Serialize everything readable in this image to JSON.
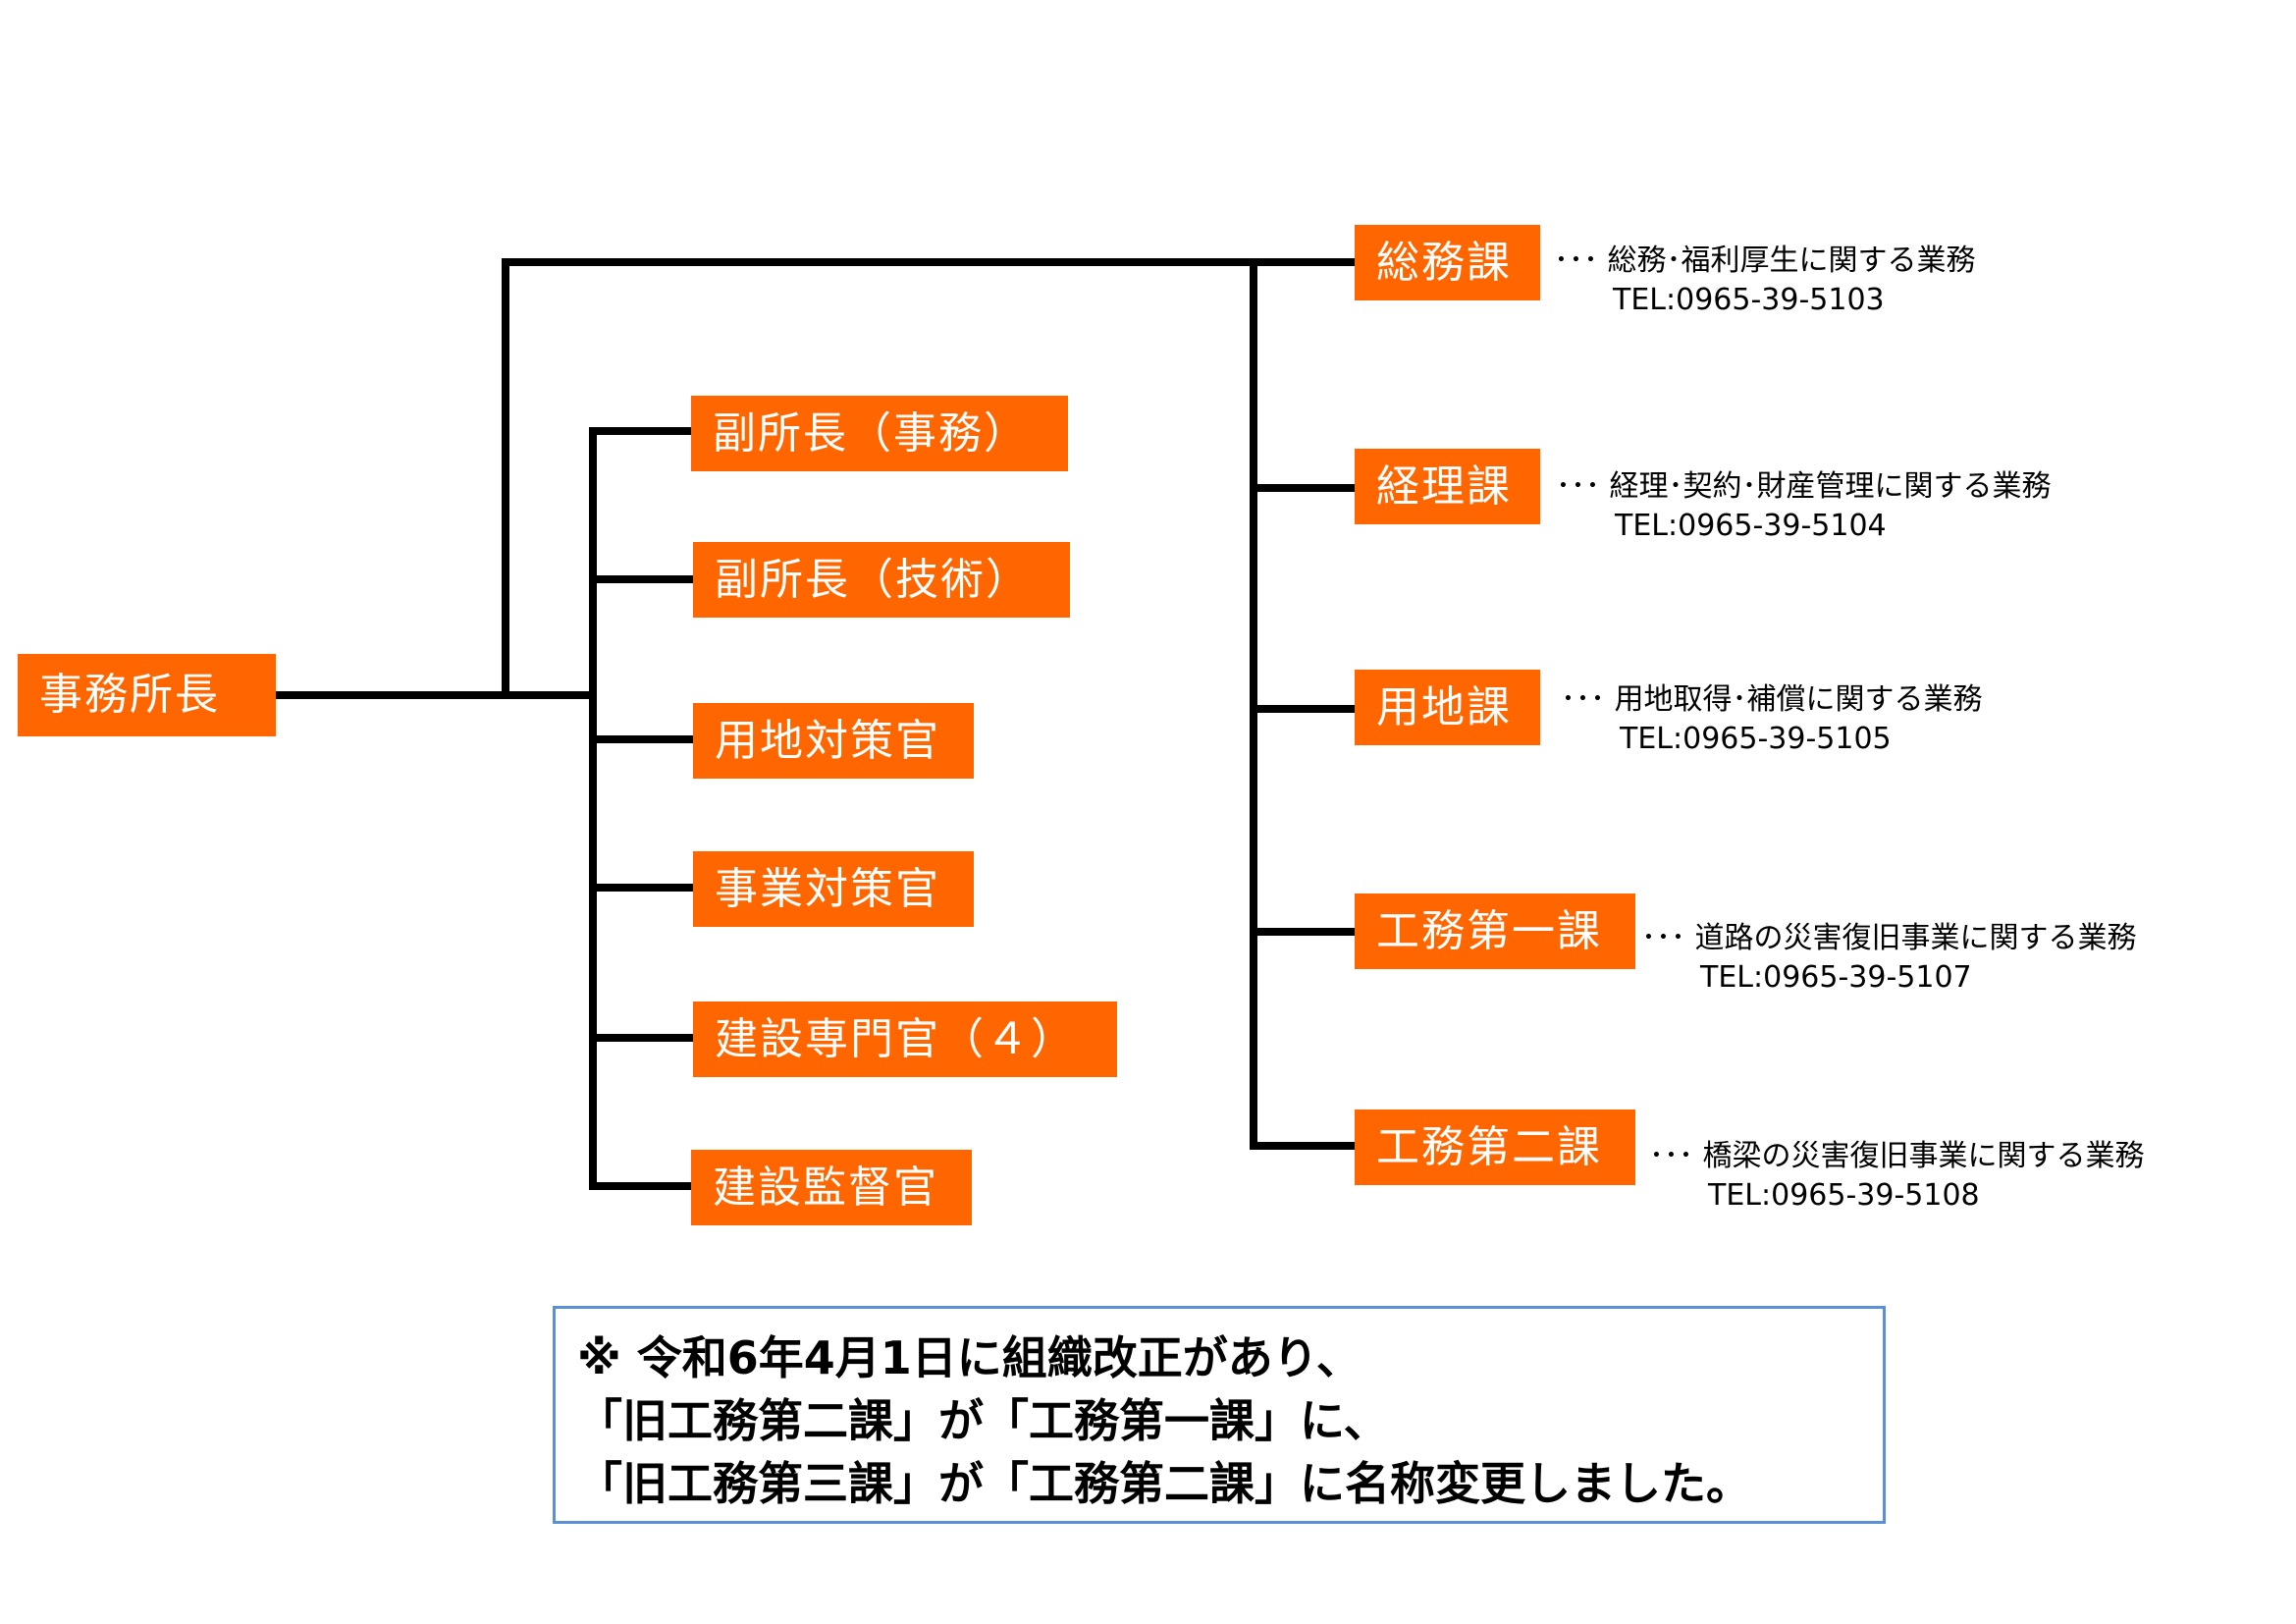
{
  "root": {
    "label": "事務所長"
  },
  "deputies": [
    {
      "label": "副所長（事務）"
    },
    {
      "label": "副所長（技術）"
    },
    {
      "label": "用地対策官"
    },
    {
      "label": "事業対策官"
    },
    {
      "label": "建設専門官（４）"
    },
    {
      "label": "建設監督官"
    }
  ],
  "sections": [
    {
      "label": "総務課",
      "dots": "･･･",
      "duty": "総務･福利厚生に関する業務",
      "tel": "TEL:0965-39-5103"
    },
    {
      "label": "経理課",
      "dots": "･･･",
      "duty": "経理･契約･財産管理に関する業務",
      "tel": "TEL:0965-39-5104"
    },
    {
      "label": "用地課",
      "dots": "･･･",
      "duty": "用地取得･補償に関する業務",
      "tel": "TEL:0965-39-5105"
    },
    {
      "label": "工務第一課",
      "dots": "･･･",
      "duty": "道路の災害復旧事業に関する業務",
      "tel": "TEL:0965-39-5107"
    },
    {
      "label": "工務第二課",
      "dots": "･･･",
      "duty": "橋梁の災害復旧事業に関する業務",
      "tel": "TEL:0965-39-5108"
    }
  ],
  "note": {
    "lines": [
      "※ 令和6年4月1日に組織改正があり、",
      "「旧工務第二課」が「工務第一課」に、",
      "「旧工務第三課」が「工務第二課」に名称変更しました。"
    ]
  },
  "colors": {
    "box": "#ff6600",
    "note_border": "#5b8fd6"
  }
}
